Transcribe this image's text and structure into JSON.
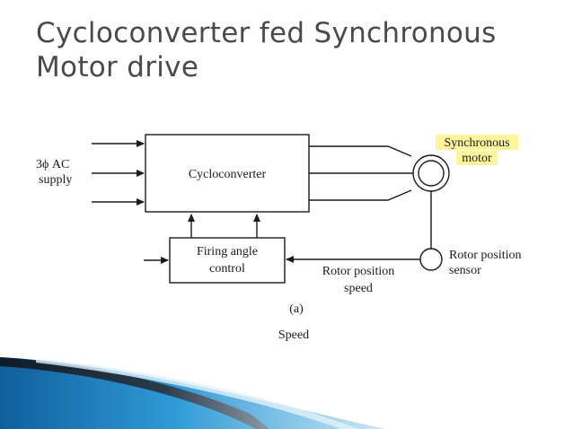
{
  "slide": {
    "title_line1": "Cycloconverter fed Synchronous",
    "title_line2": "Motor drive"
  },
  "diagram": {
    "supply_line1": "3ϕ AC",
    "supply_line2": "supply",
    "cycloconverter": "Cycloconverter",
    "motor_line1": "Synchronous",
    "motor_line2": "motor",
    "firing_line1": "Firing angle",
    "firing_line2": "control",
    "rotor_pos_speed_line1": "Rotor position",
    "rotor_pos_speed_line2": "speed",
    "sensor_line1": "Rotor position",
    "sensor_line2": "sensor",
    "caption": "(a)",
    "speed": "Speed"
  },
  "colors": {
    "title": "#4a4a4a",
    "highlight": "#fff59a",
    "decor_blue": "#1e7fc0",
    "decor_dark": "#1a2a3a"
  }
}
